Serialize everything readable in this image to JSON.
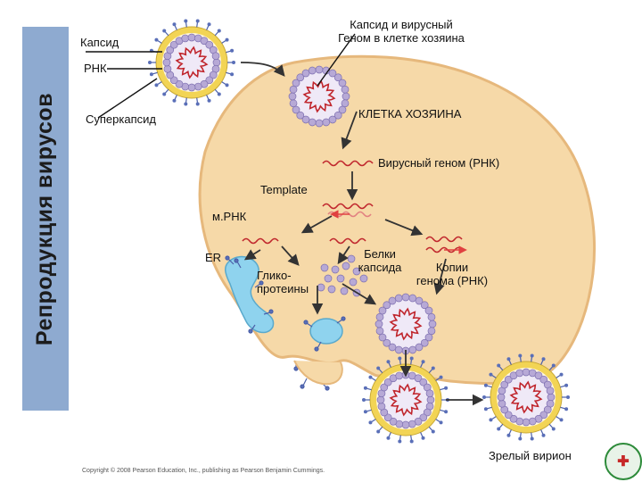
{
  "sidebar": {
    "title": "Репродукция вирусов"
  },
  "labels": {
    "capsid": "Капсид",
    "rna": "РНК",
    "supercapsid": "Суперкапсид",
    "capsid_genome_line1": "Капсид и вирусный",
    "capsid_genome_line2": "Геном в клетке хозяина",
    "host_cell": "КЛЕТКА ХОЗЯИНА",
    "viral_genome": "Вирусный геном (РНК)",
    "template": "Template",
    "mrna": "м.РНК",
    "er": "ER",
    "glyco_line1": "Глико-",
    "glyco_line2": "протеины",
    "capsid_proteins_line1": "Белки",
    "capsid_proteins_line2": "капсида",
    "genome_copies_line1": "Копии",
    "genome_copies_line2": "генома (РНК)",
    "mature_virion": "Зрелый вирион",
    "copyright": "Copyright © 2008 Pearson Education, Inc., publishing as Pearson Benjamin Cummings."
  },
  "colors": {
    "banner": "#8eaad0",
    "cell": "#f6d9a8",
    "cell_border": "#e6b87c",
    "envelope": "#f2d455",
    "capsid": "#b7a9d6",
    "rna": "#c0262d",
    "er": "#8fd3ee",
    "arrow": "#333333"
  },
  "icons": {
    "logo": "medical-emblem-icon"
  }
}
